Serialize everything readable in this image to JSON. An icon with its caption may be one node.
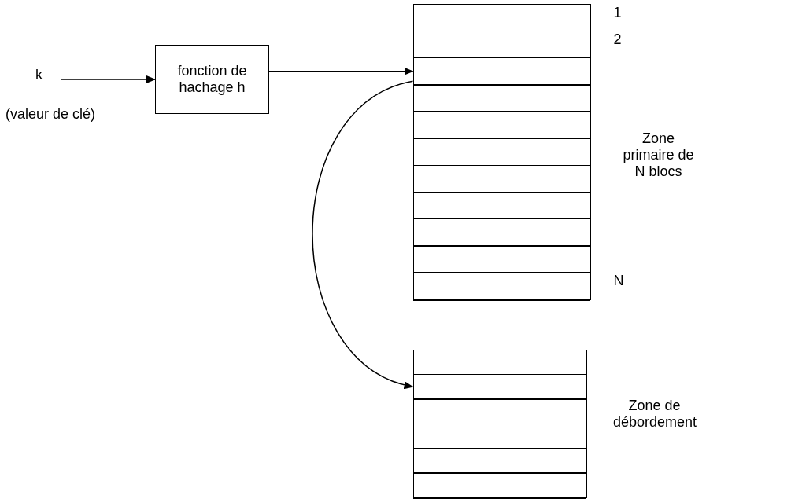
{
  "diagram": {
    "nodes": [
      {
        "text": [
          "k"
        ],
        "beside": [
          "(valeur de clé)"
        ]
      },
      {
        "text": [
          "fonction de hachage h"
        ]
      },
      {
        "text": [],
        "shape": "box",
        "beside": [
          "Zone primaire de N blocs"
        ]
      },
      {
        "text": [],
        "shape": "box",
        "in": 2,
        "beside": [
          "1"
        ]
      },
      {
        "text": [],
        "shape": "box",
        "in": 2,
        "beside": [
          "2"
        ]
      },
      {
        "text": [],
        "shape": "box",
        "in": 2
      },
      {
        "text": [],
        "shape": "box",
        "in": 2
      },
      {
        "text": [],
        "shape": "box",
        "in": 2
      },
      {
        "text": [],
        "shape": "box",
        "in": 2
      },
      {
        "text": [],
        "shape": "box",
        "in": 2
      },
      {
        "text": [],
        "shape": "box",
        "in": 2
      },
      {
        "text": [],
        "shape": "box",
        "in": 2
      },
      {
        "text": [],
        "shape": "box",
        "in": 2
      },
      {
        "text": [],
        "shape": "box",
        "in": 2,
        "beside": [
          "N"
        ]
      },
      {
        "text": [],
        "shape": "box",
        "beside": [
          "Zone de débordement"
        ]
      },
      {
        "text": [],
        "shape": "box",
        "in": 14
      },
      {
        "text": [],
        "shape": "box",
        "in": 14
      },
      {
        "text": [],
        "shape": "box",
        "in": 14
      },
      {
        "text": [],
        "shape": "box",
        "in": 14
      },
      {
        "text": [],
        "shape": "box",
        "in": 14
      },
      {
        "text": [],
        "shape": "box",
        "in": 14
      }
    ],
    "edges": [
      {
        "from": 0,
        "to": 1,
        "arrow": "to"
      },
      {
        "from": 1,
        "to": 5,
        "arrow": "to"
      },
      {
        "from": 5,
        "to": 16,
        "arrow": "to"
      }
    ]
  }
}
